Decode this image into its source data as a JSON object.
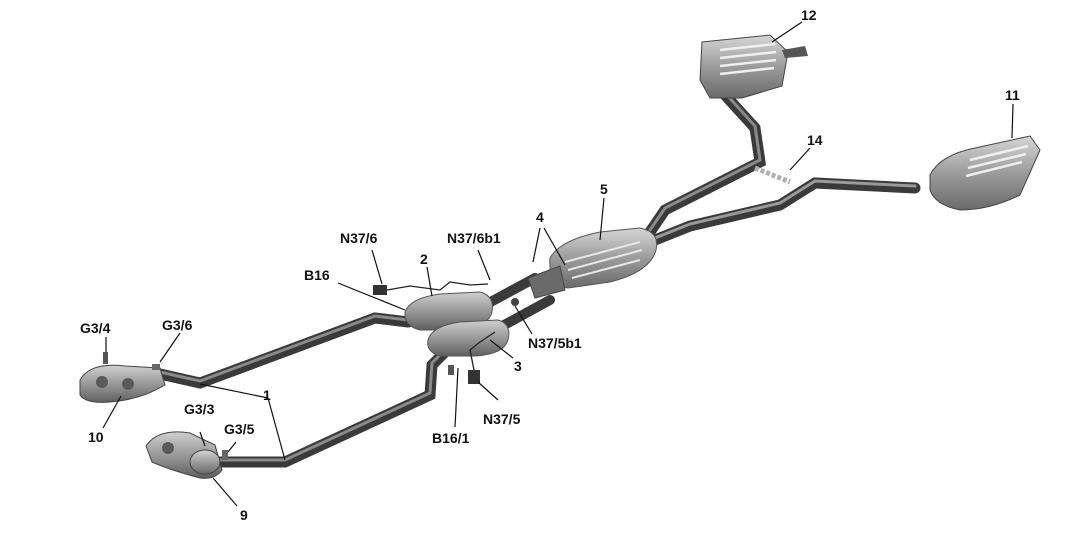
{
  "labels": {
    "l1": "1",
    "l2": "2",
    "l3": "3",
    "l4": "4",
    "l5": "5",
    "l9": "9",
    "l10": "10",
    "l11": "11",
    "l12": "12",
    "l14": "14",
    "b16": "B16",
    "b16_1": "B16/1",
    "g3_3": "G3/3",
    "g3_4": "G3/4",
    "g3_5": "G3/5",
    "g3_6": "G3/6",
    "n37_5": "N37/5",
    "n37_5b1": "N37/5b1",
    "n37_6": "N37/6",
    "n37_6b1": "N37/6b1"
  },
  "colors": {
    "pipe_dark": "#4a4a4a",
    "pipe_mid": "#7d7d7d",
    "pipe_light": "#bdbdbd",
    "muffler": "#9a9a9a",
    "label": "#111111"
  }
}
